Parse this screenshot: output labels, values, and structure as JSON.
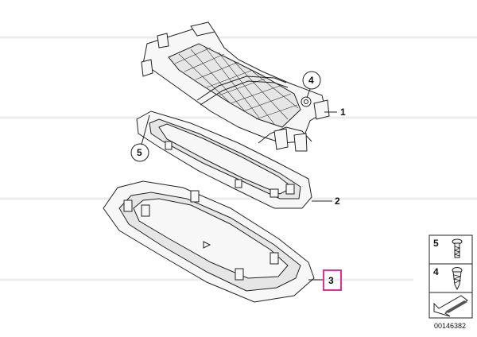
{
  "callouts": {
    "part_1": "1",
    "part_2": "2",
    "part_3": "3",
    "part_4": "4",
    "part_5": "5"
  },
  "legend": {
    "row_5": "5",
    "row_4": "4"
  },
  "diagram_number": "00146382",
  "colors": {
    "highlight": "#e0198a",
    "line": "#222222",
    "watermark": "#e6e6e6"
  },
  "icons": [
    "screw-icon",
    "self-tapping-screw-icon",
    "direction-arrow-icon"
  ]
}
